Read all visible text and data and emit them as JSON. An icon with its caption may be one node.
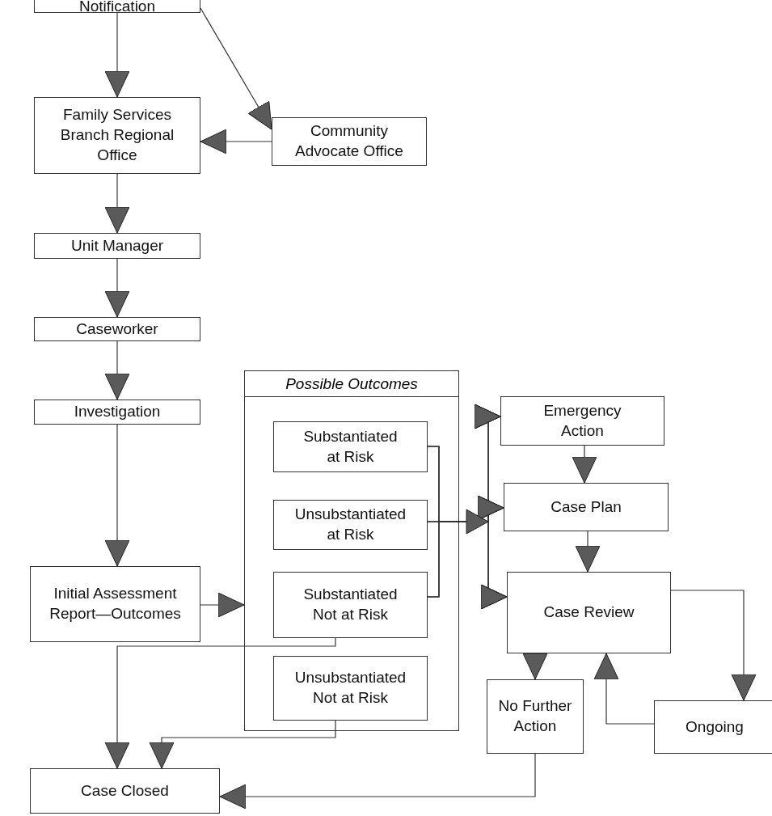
{
  "diagram": {
    "nodes": [
      {
        "text": [
          "Notification"
        ]
      },
      {
        "text": [
          "Family Services Branch Regional Office"
        ]
      },
      {
        "text": [
          "Community Advocate Office"
        ]
      },
      {
        "text": [
          "Unit Manager"
        ]
      },
      {
        "text": [
          "Caseworker"
        ]
      },
      {
        "text": [
          "Investigation"
        ]
      },
      {
        "text": [
          "Initial Assessment Report—Outcomes"
        ]
      },
      {
        "text": [
          "Possible Outcomes"
        ]
      },
      {
        "text": [
          "Substantiated at Risk"
        ],
        "in": 7
      },
      {
        "text": [
          "Unsubstantiated at Risk"
        ],
        "in": 7
      },
      {
        "text": [
          "Substantiated Not at Risk"
        ],
        "in": 7
      },
      {
        "text": [
          "Unsubstantiated Not at Risk"
        ],
        "in": 7
      },
      {
        "text": [
          "Emergency Action"
        ]
      },
      {
        "text": [
          "Case Plan"
        ]
      },
      {
        "text": [
          "Case Review"
        ]
      },
      {
        "text": [
          "Ongoing"
        ]
      },
      {
        "text": [
          "No Further Action"
        ]
      },
      {
        "text": [
          "Case Closed"
        ]
      }
    ],
    "edges": [
      {
        "from": 0,
        "to": 1,
        "arrow": "to"
      },
      {
        "from": 0,
        "to": 2,
        "arrow": "to"
      },
      {
        "from": 2,
        "to": 1,
        "arrow": "to"
      },
      {
        "from": 1,
        "to": 3,
        "arrow": "to"
      },
      {
        "from": 3,
        "to": 4,
        "arrow": "to"
      },
      {
        "from": 4,
        "to": 5,
        "arrow": "to"
      },
      {
        "from": 5,
        "to": 6,
        "arrow": "to"
      },
      {
        "from": 6,
        "to": 7,
        "arrow": "to"
      },
      {
        "from": 8,
        "to": 12,
        "arrow": "to"
      },
      {
        "from": 8,
        "to": 13,
        "arrow": "to"
      },
      {
        "from": 8,
        "to": 14,
        "arrow": "to"
      },
      {
        "from": 9,
        "to": 12,
        "arrow": "to"
      },
      {
        "from": 9,
        "to": 13,
        "arrow": "to"
      },
      {
        "from": 9,
        "to": 14,
        "arrow": "to"
      },
      {
        "from": 10,
        "to": 12,
        "arrow": "to"
      },
      {
        "from": 10,
        "to": 13,
        "arrow": "to"
      },
      {
        "from": 10,
        "to": 14,
        "arrow": "to"
      },
      {
        "from": 10,
        "to": 17,
        "arrow": "to"
      },
      {
        "from": 11,
        "to": 17,
        "arrow": "to"
      },
      {
        "from": 12,
        "to": 13,
        "arrow": "to"
      },
      {
        "from": 13,
        "to": 14,
        "arrow": "to"
      },
      {
        "from": 14,
        "to": 16,
        "arrow": "to"
      },
      {
        "from": 14,
        "to": 15,
        "arrow": "to"
      },
      {
        "from": 15,
        "to": 14,
        "arrow": "to"
      },
      {
        "from": 16,
        "to": 17,
        "arrow": "to"
      }
    ]
  }
}
